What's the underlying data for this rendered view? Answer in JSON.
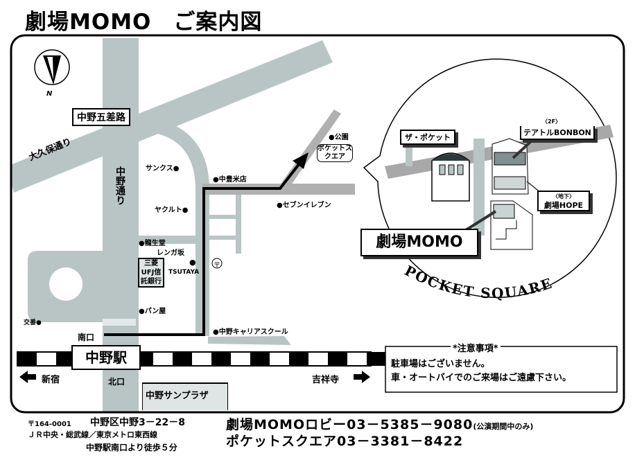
{
  "title": "劇場MOMO　ご案内図",
  "compass": {
    "letter": "N"
  },
  "roads": {
    "gosaro": "中野五差路",
    "okubo": "大久保通り",
    "nakano_dori": "中野通り",
    "renga": "レンガ坂"
  },
  "landmarks": {
    "sunkus": "サンクス●",
    "yakult": "ヤクルト●",
    "ryuseido": "●龍生堂",
    "bank": "三菱UFJ信託銀行",
    "tsutaya": "TSUTAYA",
    "panya": "●パン屋",
    "koban": "交番●",
    "komeya": "●中豊米店",
    "seven": "●セブンイレブン",
    "koen": "●公園",
    "pocket_square": "ポケットスクエア",
    "career": "●中野キャリアスクール",
    "post": "〒",
    "sunplaza": "中野サンプラザ"
  },
  "station": {
    "name": "中野駅",
    "south": "南口",
    "north": "北口",
    "west": "新宿",
    "east": "吉祥寺"
  },
  "inset": {
    "the_pocket": "ザ・ポケット",
    "bonbon_floor": "〈2F〉",
    "bonbon": "テアトルBONBON",
    "hope_floor": "〈地下〉",
    "hope": "劇場HOPE",
    "momo": "劇場MOMO",
    "arc_text": "POCKET SQUARE"
  },
  "notice": {
    "title": "*注意事項*",
    "lines": [
      "駐車場はございません。",
      "車・オートバイでのご来場はご遠慮下さい。"
    ]
  },
  "footer": {
    "postal": "〒164-0001",
    "address": "中野区中野3－22－8",
    "lines": "ＪＲ中央・総武線／東京メトロ東西線",
    "walk": "中野駅南口より徒歩５分",
    "tel_momo": "劇場MOMOロビー03－5385－9080",
    "tel_momo_note": "(公演期間中のみ)",
    "tel_pocket": "ポケットスクエア03－3381－8422"
  },
  "colors": {
    "road": "#b9c5c5",
    "road_dark": "#a8a8a8",
    "path": "#000000"
  }
}
